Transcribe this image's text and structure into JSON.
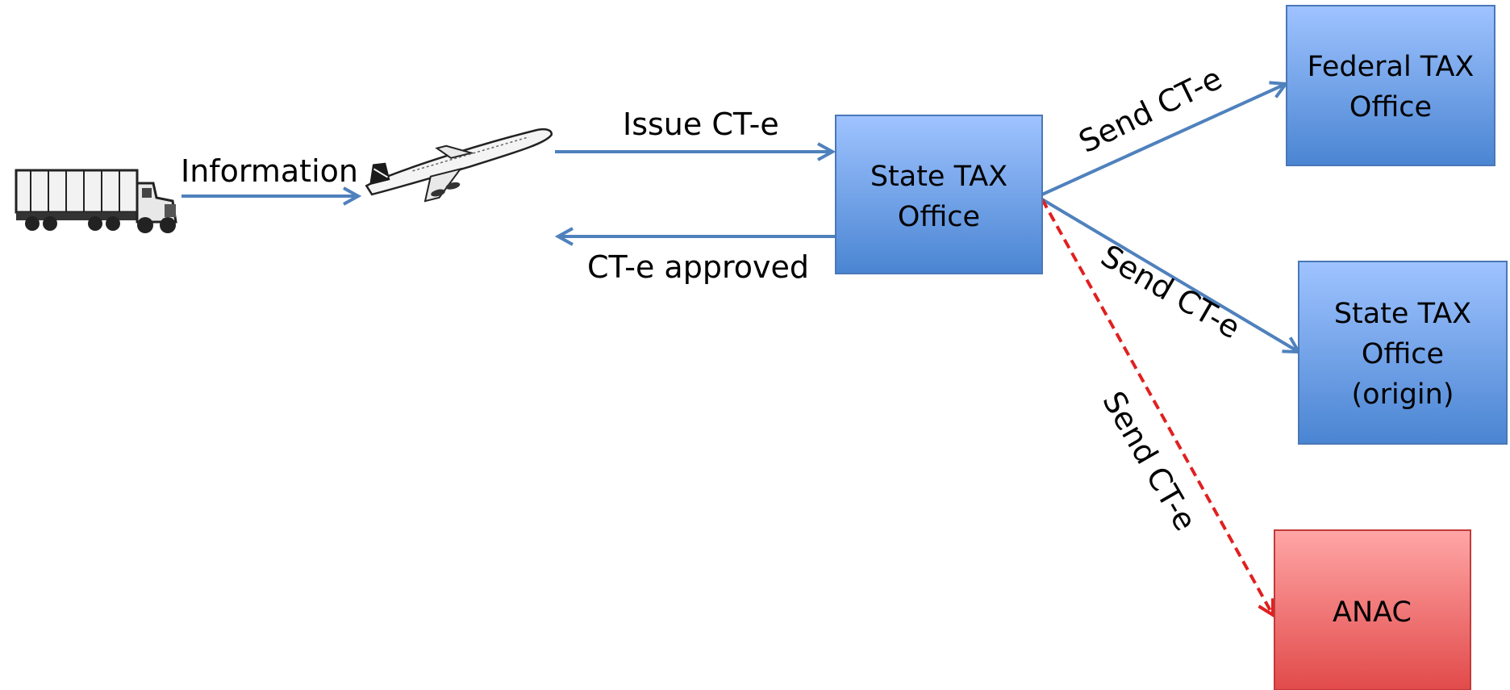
{
  "labels": {
    "information": "Information",
    "issue": "Issue CT-e",
    "approved": "CT-e approved",
    "send_federal": "Send CT-e",
    "send_origin": "Send CT-e",
    "send_anac": "Send CT-e"
  },
  "boxes": {
    "state_main": [
      "State TAX",
      "Office"
    ],
    "federal": [
      "Federal TAX",
      "Office"
    ],
    "state_origin": [
      "State TAX",
      "Office",
      "(origin)"
    ],
    "anac": [
      "ANAC"
    ]
  },
  "colors": {
    "arrow_blue": "#4f81bd",
    "arrow_red": "#e02020",
    "box_blue_top": "#9fc3ff",
    "box_blue_bottom": "#4a85d2",
    "box_red_top": "#ffa6a6",
    "box_red_bottom": "#e24a4a"
  },
  "icons": {
    "truck": "truck-icon",
    "airplane": "airplane-icon"
  }
}
